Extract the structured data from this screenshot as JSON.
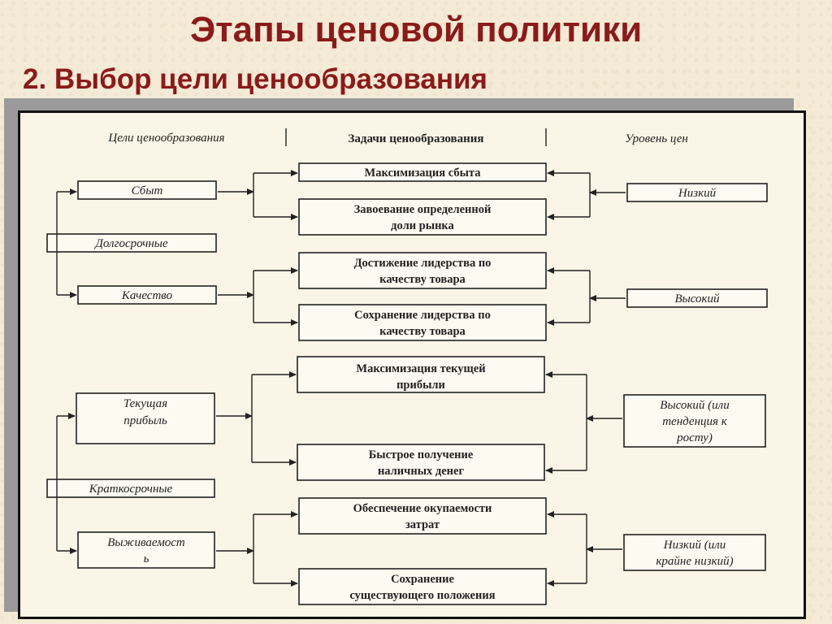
{
  "slide": {
    "title": "Этапы ценовой политики",
    "subtitle": "2. Выбор цели ценообразования"
  },
  "headers": {
    "goals": "Цели ценообразования",
    "tasks": "Задачи ценообразования",
    "levels": "Уровень цен"
  },
  "groups": {
    "long_term": "Долгосрочные",
    "short_term": "Краткосрочные"
  },
  "goals": {
    "sales": "Сбыт",
    "quality": "Качество",
    "profit_line1": "Текущая",
    "profit_line2": "прибыль",
    "survival_line1": "Выживаемост",
    "survival_line2": "ь"
  },
  "tasks": {
    "t1": "Максимизация сбыта",
    "t2_line1": "Завоевание определенной",
    "t2_line2": "доли рынка",
    "t3_line1": "Достижение лидерства по",
    "t3_line2": "качеству товара",
    "t4_line1": "Сохранение лидерства по",
    "t4_line2": "качеству товара",
    "t5_line1": "Максимизация текущей",
    "t5_line2": "прибыли",
    "t6_line1": "Быстрое получение",
    "t6_line2": "наличных денег",
    "t7_line1": "Обеспечение окупаемости",
    "t7_line2": "затрат",
    "t8_line1": "Сохранение",
    "t8_line2": "существующего положения"
  },
  "levels": {
    "low": "Низкий",
    "high": "Высокий",
    "high_trend_line1": "Высокий (или",
    "high_trend_line2": "тенденция к",
    "high_trend_line3": "росту)",
    "low_very_line1": "Низкий (или",
    "low_very_line2": "крайне низкий)"
  }
}
